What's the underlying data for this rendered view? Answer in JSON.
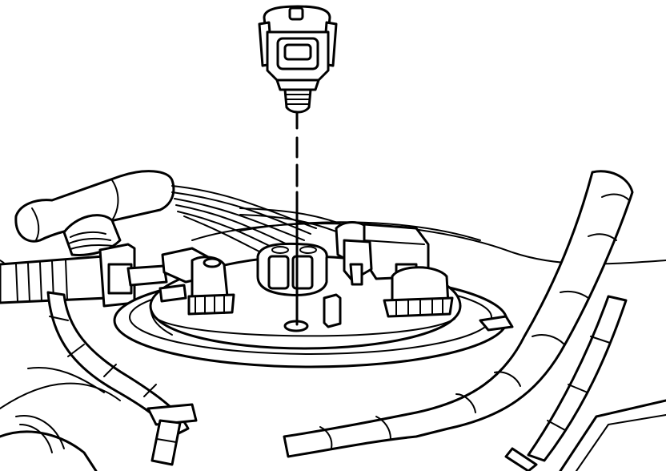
{
  "figure": {
    "style": "monochrome line drawing",
    "colors": {
      "line": "#000000",
      "background": "#ffffff"
    },
    "parts": [
      "electrical-connector",
      "fuel-pump-module-flange",
      "wiring-harness",
      "fuel-hoses",
      "vapor-line",
      "dashed-installation-guide-line"
    ]
  }
}
